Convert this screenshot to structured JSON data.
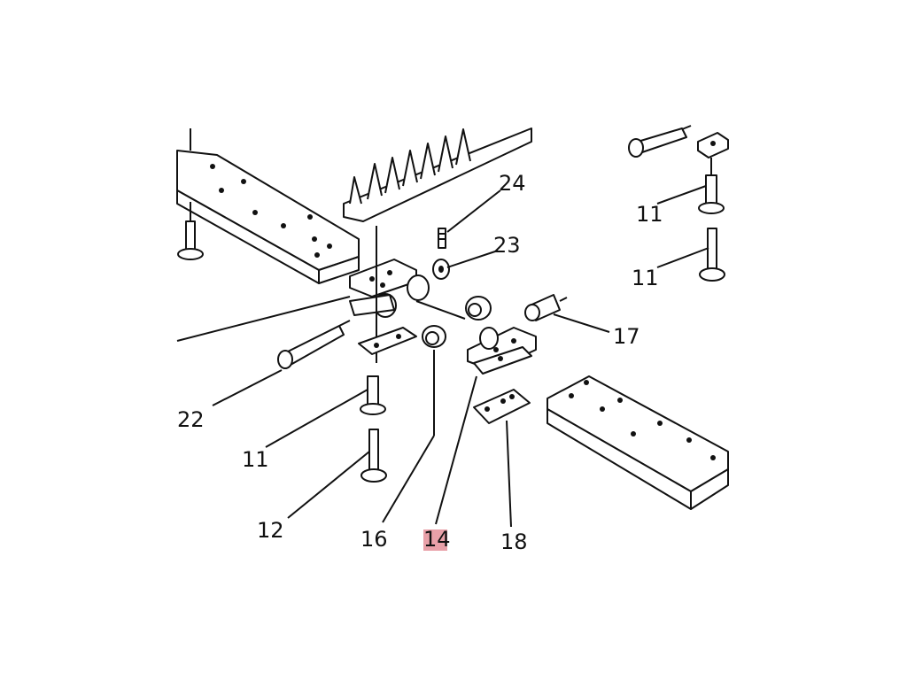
{
  "diagram": {
    "callouts": [
      {
        "id": "24",
        "text": "24",
        "highlighted": false
      },
      {
        "id": "23",
        "text": "23",
        "highlighted": false
      },
      {
        "id": "11a",
        "text": "11",
        "highlighted": false
      },
      {
        "id": "11b",
        "text": "11",
        "highlighted": false
      },
      {
        "id": "17",
        "text": "17",
        "highlighted": false
      },
      {
        "id": "22",
        "text": "22",
        "highlighted": false
      },
      {
        "id": "11c",
        "text": "11",
        "highlighted": false
      },
      {
        "id": "12",
        "text": "12",
        "highlighted": false
      },
      {
        "id": "16",
        "text": "16",
        "highlighted": false
      },
      {
        "id": "14",
        "text": "14",
        "highlighted": true
      },
      {
        "id": "18",
        "text": "18",
        "highlighted": false
      }
    ],
    "highlight_color": "#e8a0a8"
  }
}
